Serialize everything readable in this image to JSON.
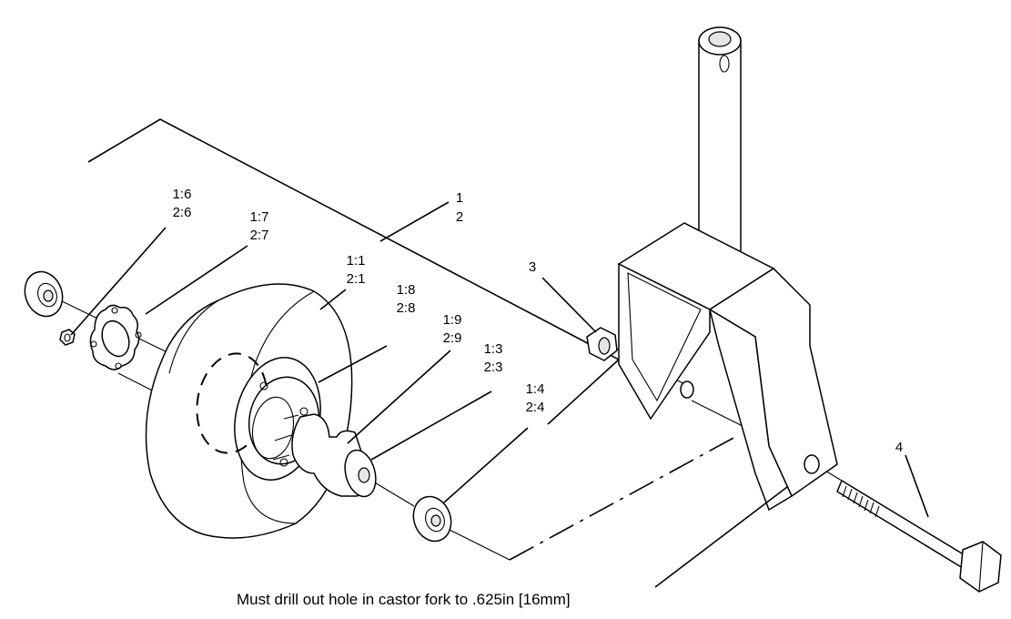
{
  "callouts": [
    {
      "id": "c16",
      "line1": "1:6",
      "line2": "2:6"
    },
    {
      "id": "c17",
      "line1": "1:7",
      "line2": "2:7"
    },
    {
      "id": "c11",
      "line1": "1:1",
      "line2": "2:1"
    },
    {
      "id": "c18",
      "line1": "1:8",
      "line2": "2:8"
    },
    {
      "id": "c19",
      "line1": "1:9",
      "line2": "2:9"
    },
    {
      "id": "c13",
      "line1": "1:3",
      "line2": "2:3"
    },
    {
      "id": "c14",
      "line1": "1:4",
      "line2": "2:4"
    },
    {
      "id": "c12",
      "line1": "1",
      "line2": "2"
    },
    {
      "id": "c3",
      "line1": "3"
    },
    {
      "id": "c4",
      "line1": "4"
    }
  ],
  "note": "Must drill out hole in castor fork to .625in [16mm]"
}
